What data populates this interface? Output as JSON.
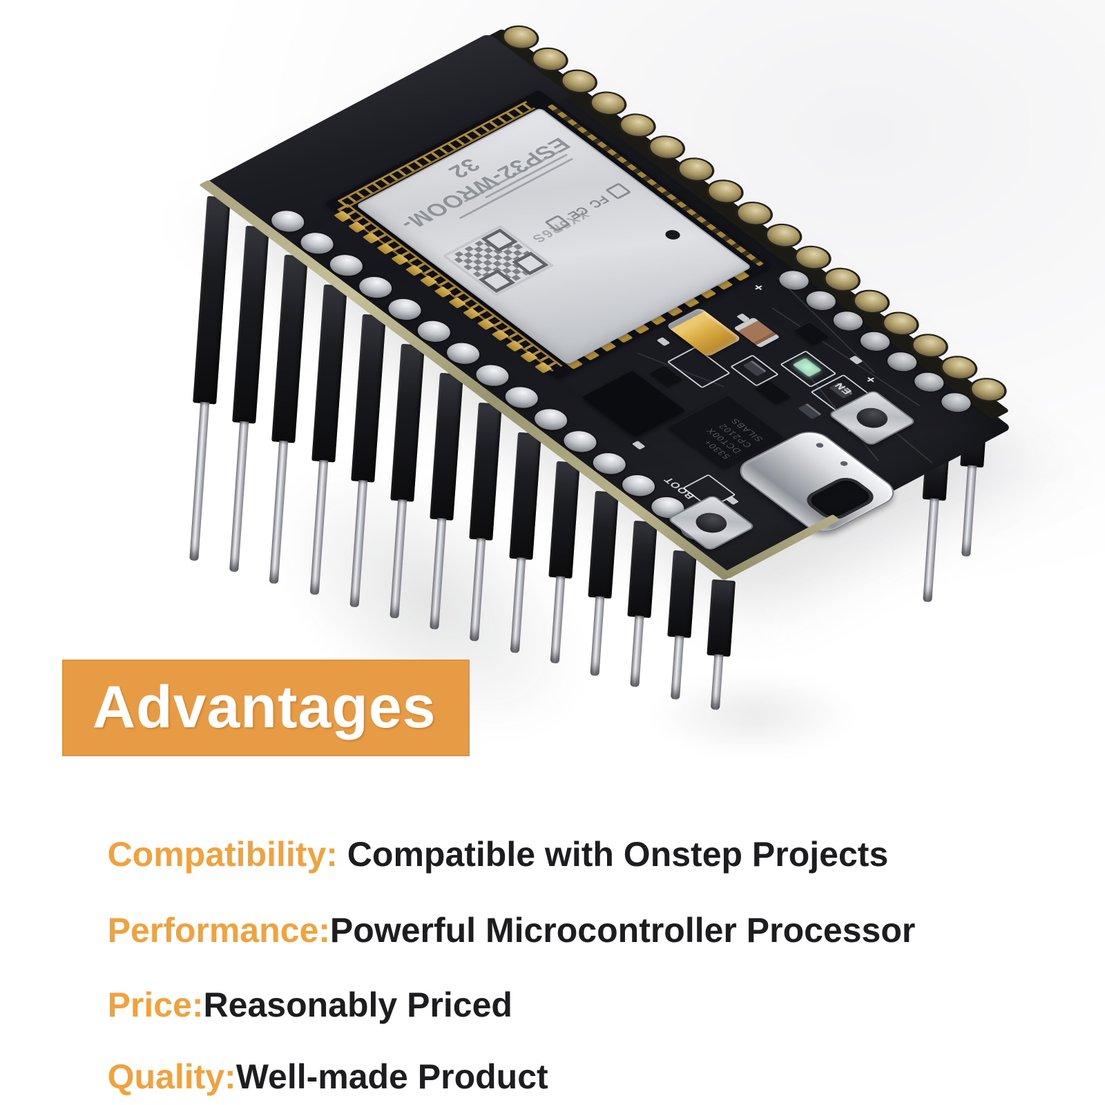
{
  "advantages": {
    "title": "Advantages",
    "box_color": "#E89B45",
    "title_color": "#FFFFFF"
  },
  "features": [
    {
      "label": "Compatibility:",
      "text": " Compatible with Onstep Projects"
    },
    {
      "label": "Performance:",
      "text": "Powerful Microcontroller Processor"
    },
    {
      "label": "Price:",
      "text": "Reasonably Priced"
    },
    {
      "label": "Quality:",
      "text": "Well-made Product"
    }
  ],
  "feature_label_color": "#EFA23D",
  "feature_text_color": "#1D1D1F",
  "board": {
    "module_marking": "ESP32-WROOM-32",
    "module_code": "XX5R6S",
    "cert_fcc": "FC",
    "cert_ce": "CE",
    "usb_bridge_marking_lines": [
      "5330+",
      "DCT00X",
      "CP2102",
      "SILABS"
    ],
    "button_en_label": "EN",
    "button_boot_label": "BOOT",
    "colors": {
      "pcb": "#17181D",
      "shield": "#D6D8DA",
      "antenna_gold": "#B08B3C",
      "capacitor_amber": "#D9A943",
      "pcb_edge_tan": "#B2AD86"
    }
  }
}
